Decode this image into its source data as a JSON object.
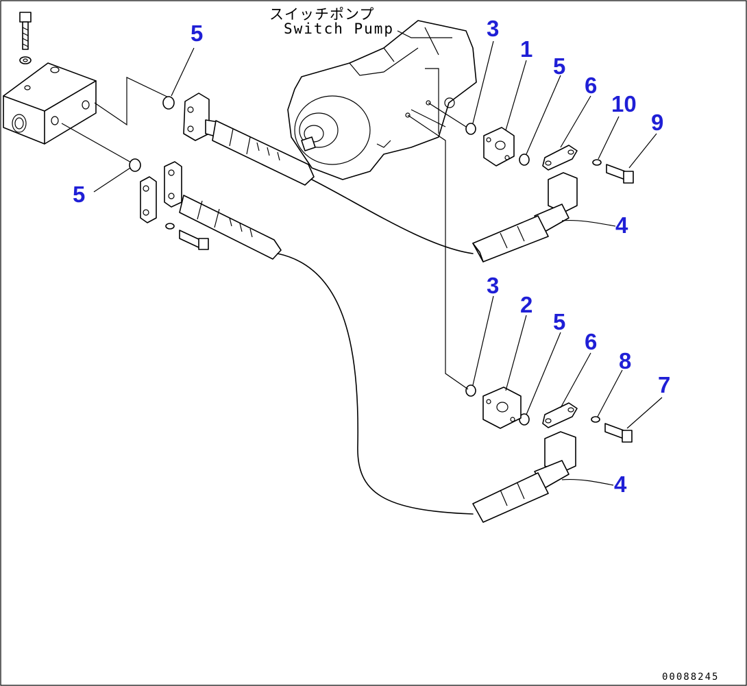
{
  "labels": {
    "pump_japanese": "スイッチポンプ",
    "pump_english": "Switch Pump",
    "drawing_number": "00088245"
  },
  "callouts": [
    {
      "id": "callout-5-top-left",
      "text": "5"
    },
    {
      "id": "callout-5-left",
      "text": "5"
    },
    {
      "id": "callout-3-top",
      "text": "3"
    },
    {
      "id": "callout-1",
      "text": "1"
    },
    {
      "id": "callout-5-top-right",
      "text": "5"
    },
    {
      "id": "callout-6-top",
      "text": "6"
    },
    {
      "id": "callout-10",
      "text": "10"
    },
    {
      "id": "callout-9",
      "text": "9"
    },
    {
      "id": "callout-4-top",
      "text": "4"
    },
    {
      "id": "callout-3-bottom",
      "text": "3"
    },
    {
      "id": "callout-2",
      "text": "2"
    },
    {
      "id": "callout-5-bottom-right",
      "text": "5"
    },
    {
      "id": "callout-6-bottom",
      "text": "6"
    },
    {
      "id": "callout-8",
      "text": "8"
    },
    {
      "id": "callout-7",
      "text": "7"
    },
    {
      "id": "callout-4-bottom",
      "text": "4"
    }
  ],
  "colors": {
    "callout": "#1f1fd6",
    "line": "#000000",
    "background": "#ffffff"
  }
}
